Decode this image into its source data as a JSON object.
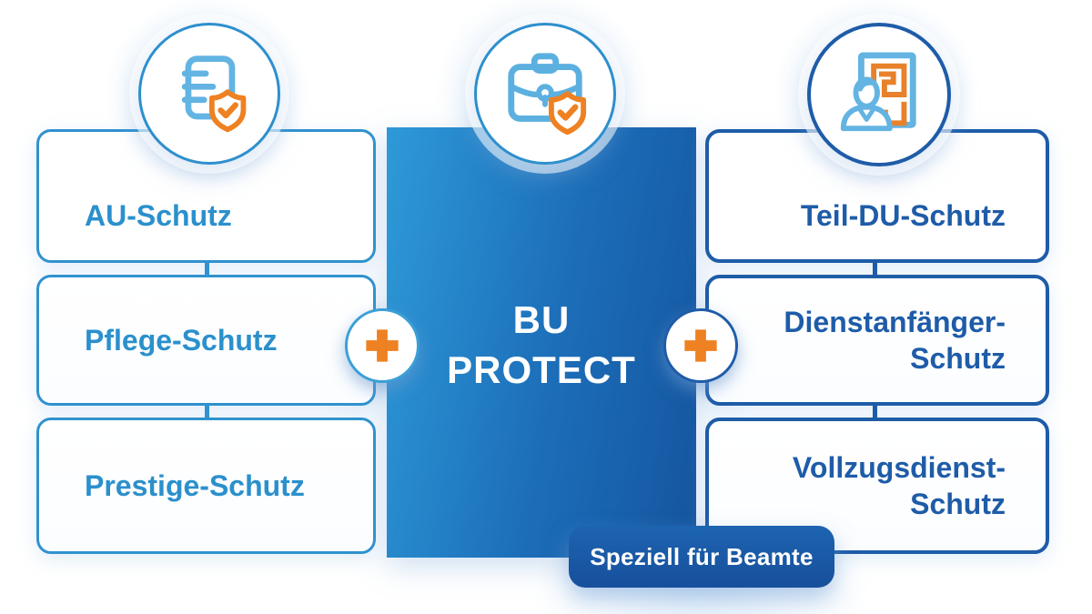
{
  "colors": {
    "light_blue": "#2e96d1",
    "dark_blue": "#1e5ca8",
    "orange": "#ee8122",
    "panel_gradient_start": "#2e9ad8",
    "panel_gradient_end": "#15559f",
    "badge_bg": "#1a5aa8"
  },
  "center": {
    "title": "BU\nPROTECT",
    "badge_label": "Speziell für Beamte",
    "icon": "briefcase-shield-icon"
  },
  "left_column": {
    "icon": "document-shield-icon",
    "items": [
      {
        "label": "AU-Schutz"
      },
      {
        "label": "Pflege-Schutz"
      },
      {
        "label": "Prestige-Schutz"
      }
    ]
  },
  "right_column": {
    "icon": "person-file-icon",
    "items": [
      {
        "label": "Teil-DU-Schutz"
      },
      {
        "label": "Dienstanfänger-\nSchutz"
      },
      {
        "label": "Vollzugsdienst-\nSchutz"
      }
    ]
  },
  "connectors": {
    "plus_symbol": "+"
  }
}
